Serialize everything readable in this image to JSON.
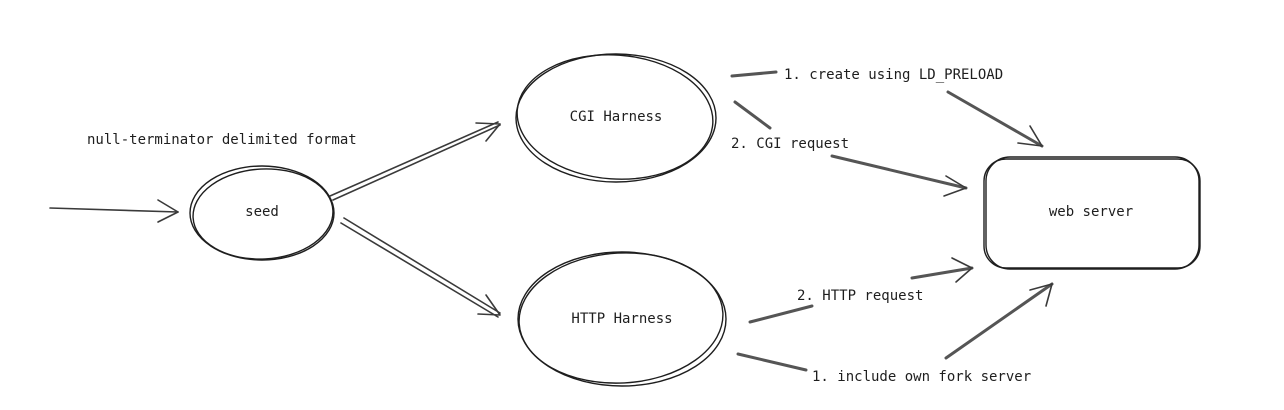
{
  "diagram": {
    "nodes": {
      "seed": "seed",
      "cgi_harness": "CGI Harness",
      "http_harness": "HTTP Harness",
      "web_server": "web server"
    },
    "annotations": {
      "input_format": "null-terminator delimited format"
    },
    "edges": {
      "cgi_create": "1. create using LD_PRELOAD",
      "cgi_request": "2. CGI request",
      "http_request": "2. HTTP request",
      "http_fork": "1. include own fork server"
    }
  }
}
